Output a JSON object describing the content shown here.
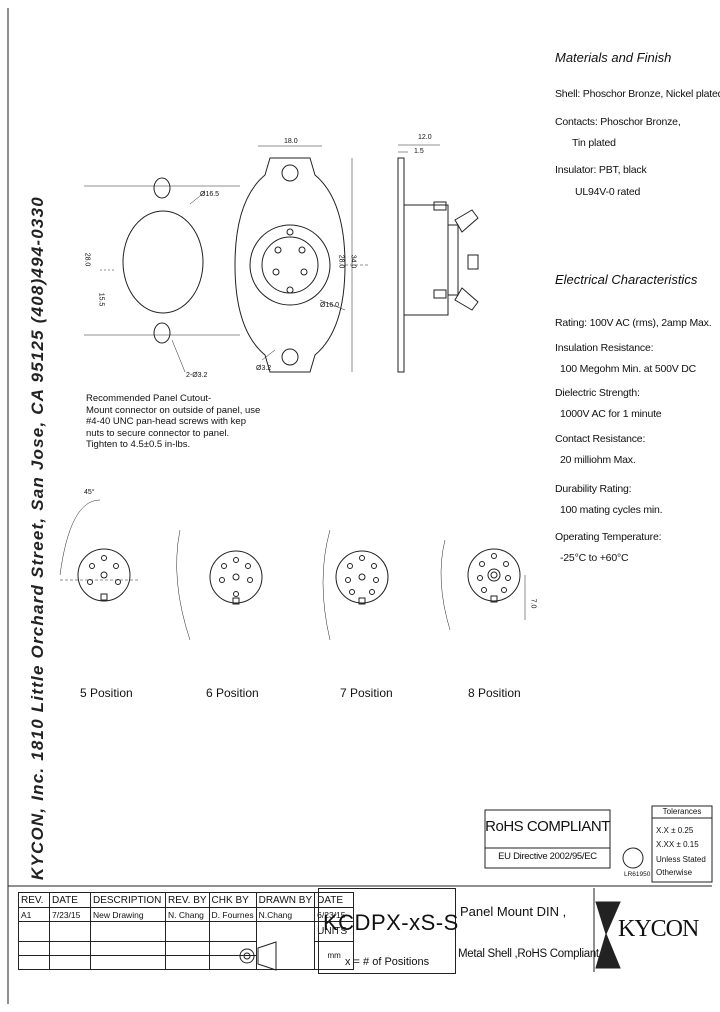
{
  "sidebar": {
    "company_address": "KYCON, Inc. 1810 Little Orchard Street, San Jose, CA 95125 (408)494-0330"
  },
  "materials": {
    "heading": "Materials and Finish",
    "shell": "Shell: Phoschor Bronze, Nickel plated.",
    "contacts_1": "Contacts: Phoschor Bronze,",
    "contacts_2": "Tin plated",
    "insulator_1": "Insulator: PBT, black",
    "insulator_2": "UL94V-0 rated"
  },
  "electrical": {
    "heading": "Electrical Characteristics",
    "rating": "Rating: 100V AC (rms), 2amp Max.",
    "ir_label": "Insulation Resistance:",
    "ir_value": "100 Megohm Min. at 500V DC",
    "ds_label": "Dielectric Strength:",
    "ds_value": "1000V AC for 1 minute",
    "cr_label": "Contact Resistance:",
    "cr_value": "20 milliohm Max.",
    "dur_label": "Durability Rating:",
    "dur_value": "100 mating cycles min.",
    "op_label": "Operating Temperature:",
    "op_value": "-25°C to +60°C"
  },
  "note": {
    "l1": "Recommended Panel Cutout-",
    "l2": "Mount connector on outside of panel, use",
    "l3": "#4-40 UNC pan-head screws with kep",
    "l4": "nuts to secure connector to panel.",
    "l5": "Tighten to 4.5±0.5 in-lbs."
  },
  "dims": {
    "d_top": "18.0",
    "d_cut": "Ø16.5",
    "d_hole": "2-Ø3.2",
    "d_h1": "28.0",
    "d_h2": "15.5",
    "d_side1": "12.0",
    "d_side2": "1.5",
    "d_body": "Ø16.0",
    "d_pitch": "28.0",
    "d_w": "34.0",
    "d_r": "Ø3.2",
    "d_p5": "45°",
    "d_p8": "7.0"
  },
  "positions": [
    "5 Position",
    "6 Position",
    "7 Position",
    "8 Position"
  ],
  "rohs": {
    "title": "RoHS COMPLIANT",
    "directive": "EU Directive 2002/95/EC"
  },
  "tolerances": {
    "title": "Tolerances",
    "t1": "X.X ± 0.25",
    "t2": "X.XX ± 0.15",
    "t3": "Unless Stated",
    "t4": "Otherwise",
    "cert": "LR61950"
  },
  "title_block": {
    "h_rev": "REV.",
    "h_date": "DATE",
    "h_desc": "DESCRIPTION",
    "h_revby": "REV. BY",
    "h_chk": "CHK BY",
    "h_drawn": "DRAWN BY",
    "h_date2": "DATE",
    "rev": "A1",
    "date": "7/23/15",
    "desc": "New Drawing",
    "revby": "N. Chang",
    "chk": "D. Fournes",
    "drawn_by": "N.Chang",
    "drawn_date": "6/23/15",
    "units_label": "UNITS",
    "units_value": "mm",
    "part_number": "KCDPX-xS-S",
    "x_note": "x = # of Positions",
    "desc1": "Panel Mount DIN ,",
    "desc2": "Metal Shell ,RoHS Compliant",
    "logo": "KYCON"
  }
}
